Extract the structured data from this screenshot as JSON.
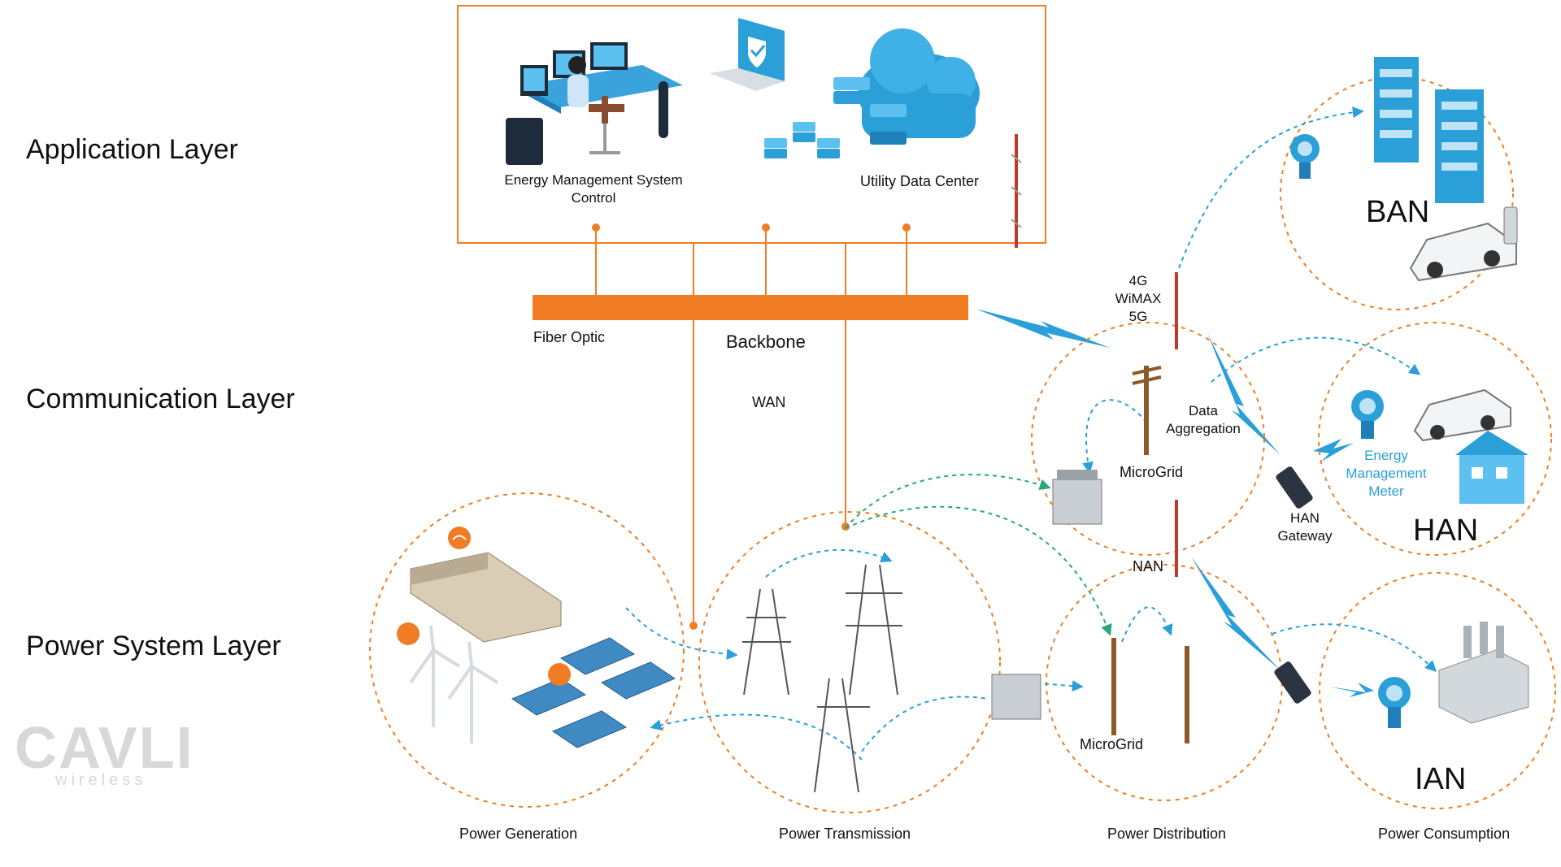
{
  "layers": {
    "application": "Application Layer",
    "communication": "Communication Layer",
    "power_system": "Power System Layer"
  },
  "application_box": {
    "ems_label_line1": "Energy Management System",
    "ems_label_line2": "Control",
    "data_center_label": "Utility Data Center"
  },
  "communication": {
    "fiber_label": "Fiber Optic",
    "backbone_label": "Backbone",
    "wan_label": "WAN",
    "wireless_line1": "4G",
    "wireless_line2": "WiMAX",
    "wireless_line3": "5G",
    "data_aggregation_line1": "Data",
    "data_aggregation_line2": "Aggregation",
    "microgrid_top": "MicroGrid",
    "nan_label": "NAN",
    "han_gateway_line1": "HAN",
    "han_gateway_line2": "Gateway",
    "energy_meter_line1": "Energy",
    "energy_meter_line2": "Management",
    "energy_meter_line3": "Meter"
  },
  "networks": {
    "ban": "BAN",
    "han": "HAN",
    "ian": "IAN"
  },
  "power_system": {
    "microgrid_bottom": "MicroGrid",
    "generation": "Power Generation",
    "transmission": "Power Transmission",
    "distribution": "Power Distribution",
    "consumption": "Power Consumption"
  },
  "watermark": {
    "brand": "CAVLI",
    "sub": "wireless"
  },
  "colors": {
    "orange": "#f07d23",
    "blue": "#2a9fd8",
    "green": "#2aa67a",
    "dark": "#3a3a3a"
  }
}
